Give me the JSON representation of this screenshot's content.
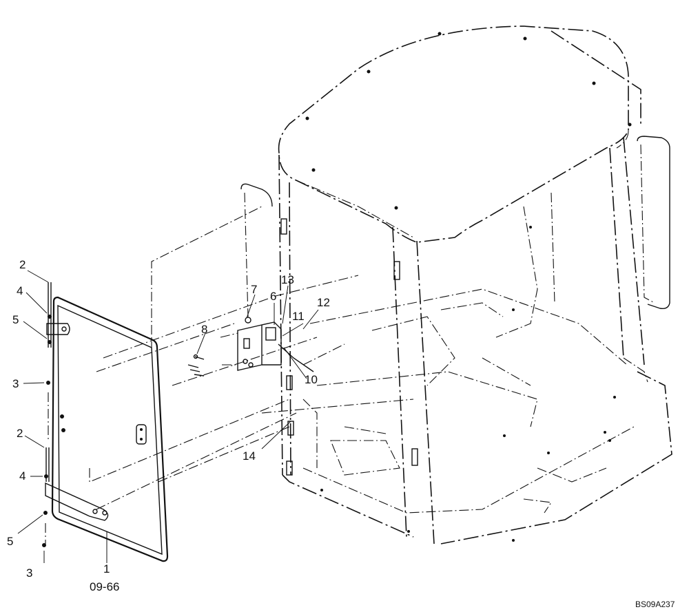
{
  "diagram": {
    "callouts": {
      "c1": "1",
      "c1_ref": "09-66",
      "c2a": "2",
      "c2b": "2",
      "c3a": "3",
      "c3b": "3",
      "c4a": "4",
      "c4b": "4",
      "c5a": "5",
      "c5b": "5",
      "c6": "6",
      "c7": "7",
      "c8": "8",
      "c10": "10",
      "c11": "11",
      "c12": "12",
      "c13": "13",
      "c14": "14"
    },
    "drawing_code": "BS09A237"
  }
}
